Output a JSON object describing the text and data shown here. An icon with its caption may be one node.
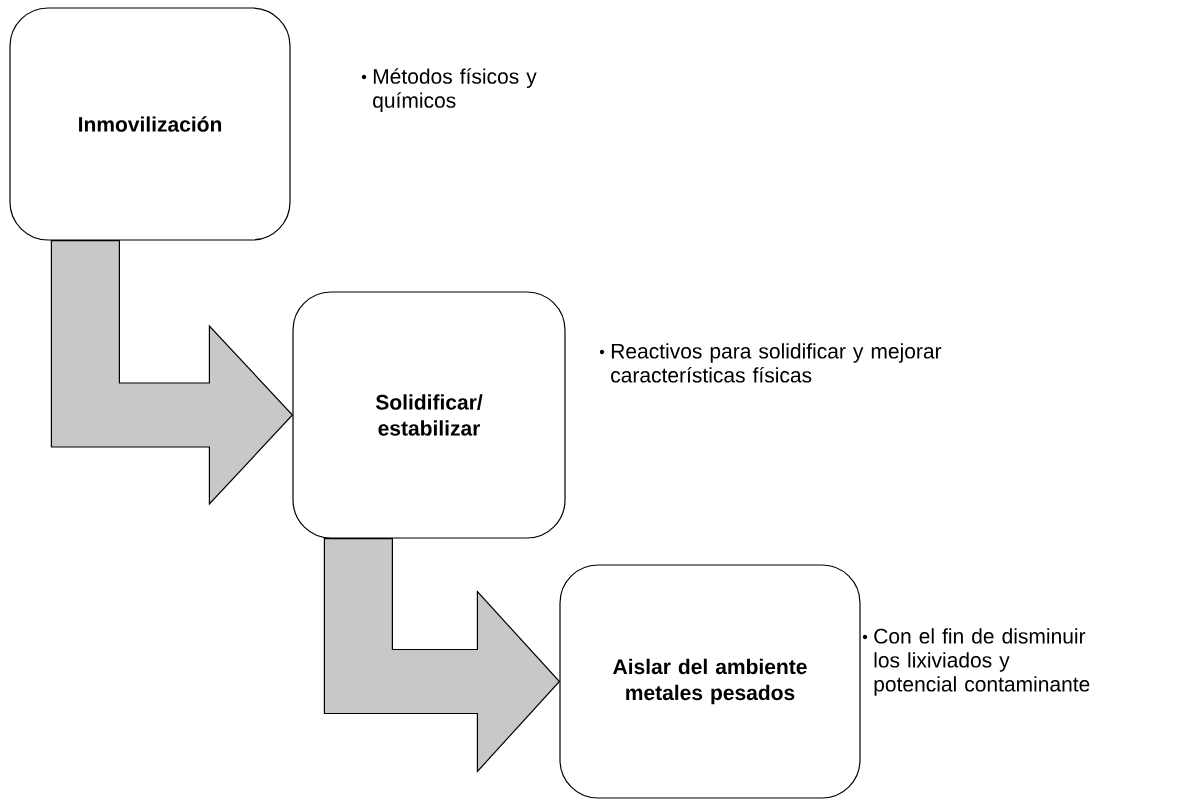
{
  "diagram": {
    "nodes": [
      {
        "text": [
          "Inmovilización"
        ],
        "beside": [
          "Métodos físicos y químicos"
        ]
      },
      {
        "text": [
          "Solidificar/ estabilizar"
        ],
        "beside": [
          "Reactivos para solidificar y mejorar características físicas"
        ]
      },
      {
        "text": [
          "Aislar del ambiente metales pesados"
        ],
        "beside": [
          "Con el fin de disminuir los lixiviados y potencial contaminante"
        ]
      }
    ],
    "edges": [
      {
        "from": 0,
        "to": 1,
        "arrow": "to"
      },
      {
        "from": 1,
        "to": 2,
        "arrow": "to"
      }
    ]
  }
}
